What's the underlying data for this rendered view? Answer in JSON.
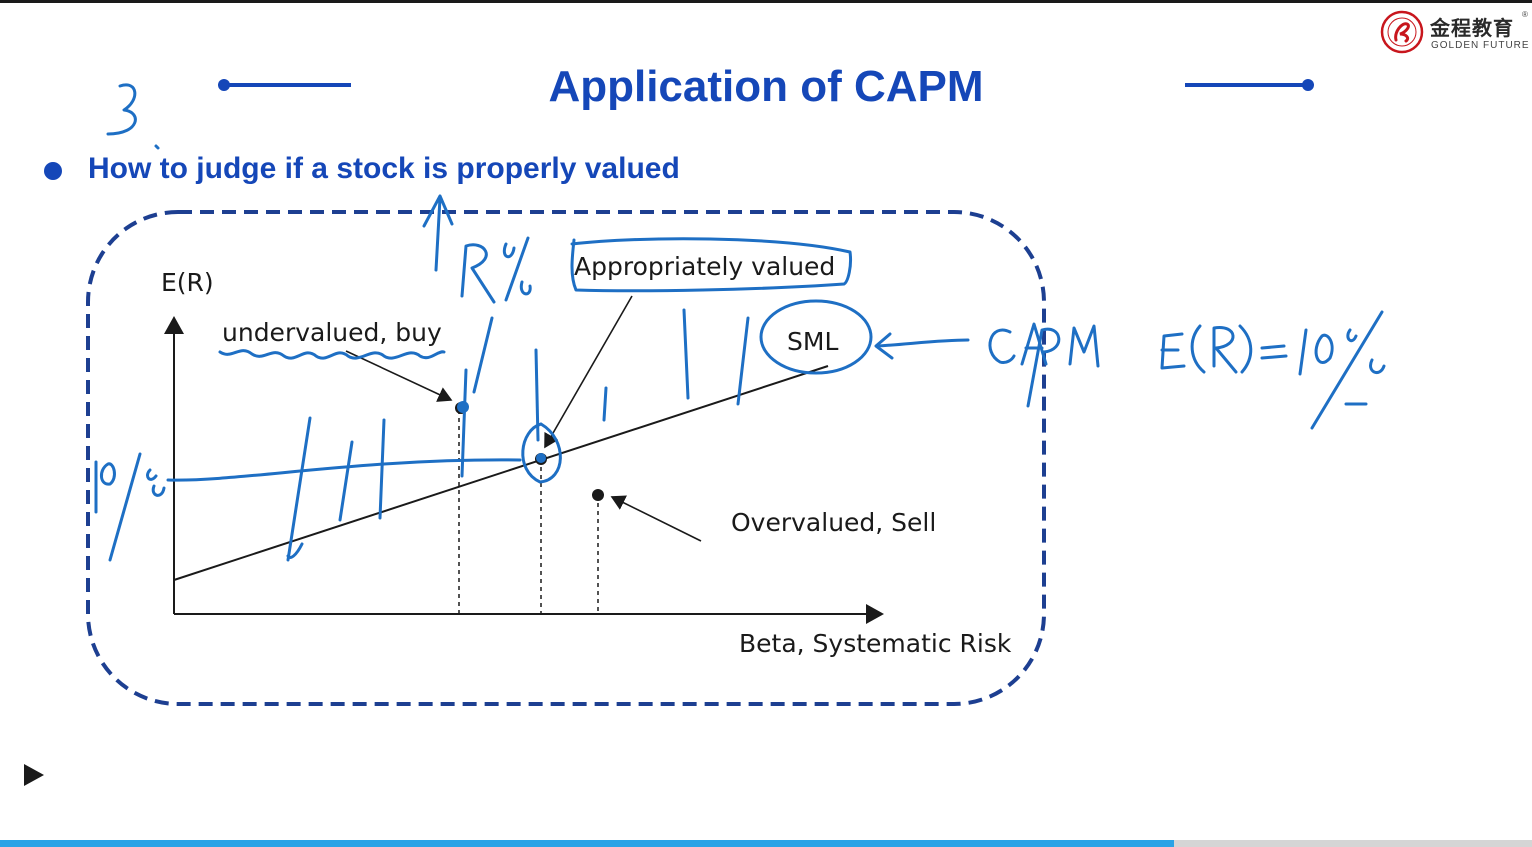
{
  "brand": {
    "name_cn": "金程教育",
    "name_en": "GOLDEN FUTURE",
    "registered_mark": "®"
  },
  "slide": {
    "title": "Application of CAPM",
    "bullet": "How to judge if a stock is properly valued"
  },
  "diagram": {
    "y_axis_label": "E(R)",
    "x_axis_label": "Beta, Systematic Risk",
    "line_label": "SML",
    "points": [
      {
        "label": "undervalued, buy"
      },
      {
        "label": "Appropriately valued"
      },
      {
        "label": "Overvalued, Sell"
      }
    ]
  },
  "annotations": {
    "ink_color": "#1e6fc4",
    "marks": [
      "3.",
      "R%",
      "10%",
      "CAPM",
      "E(R)=10%"
    ]
  },
  "player": {
    "play_icon": "play-icon",
    "progress_fraction": 0.766
  },
  "colors": {
    "accent": "#1547b8",
    "progress": "#29a3e6"
  }
}
